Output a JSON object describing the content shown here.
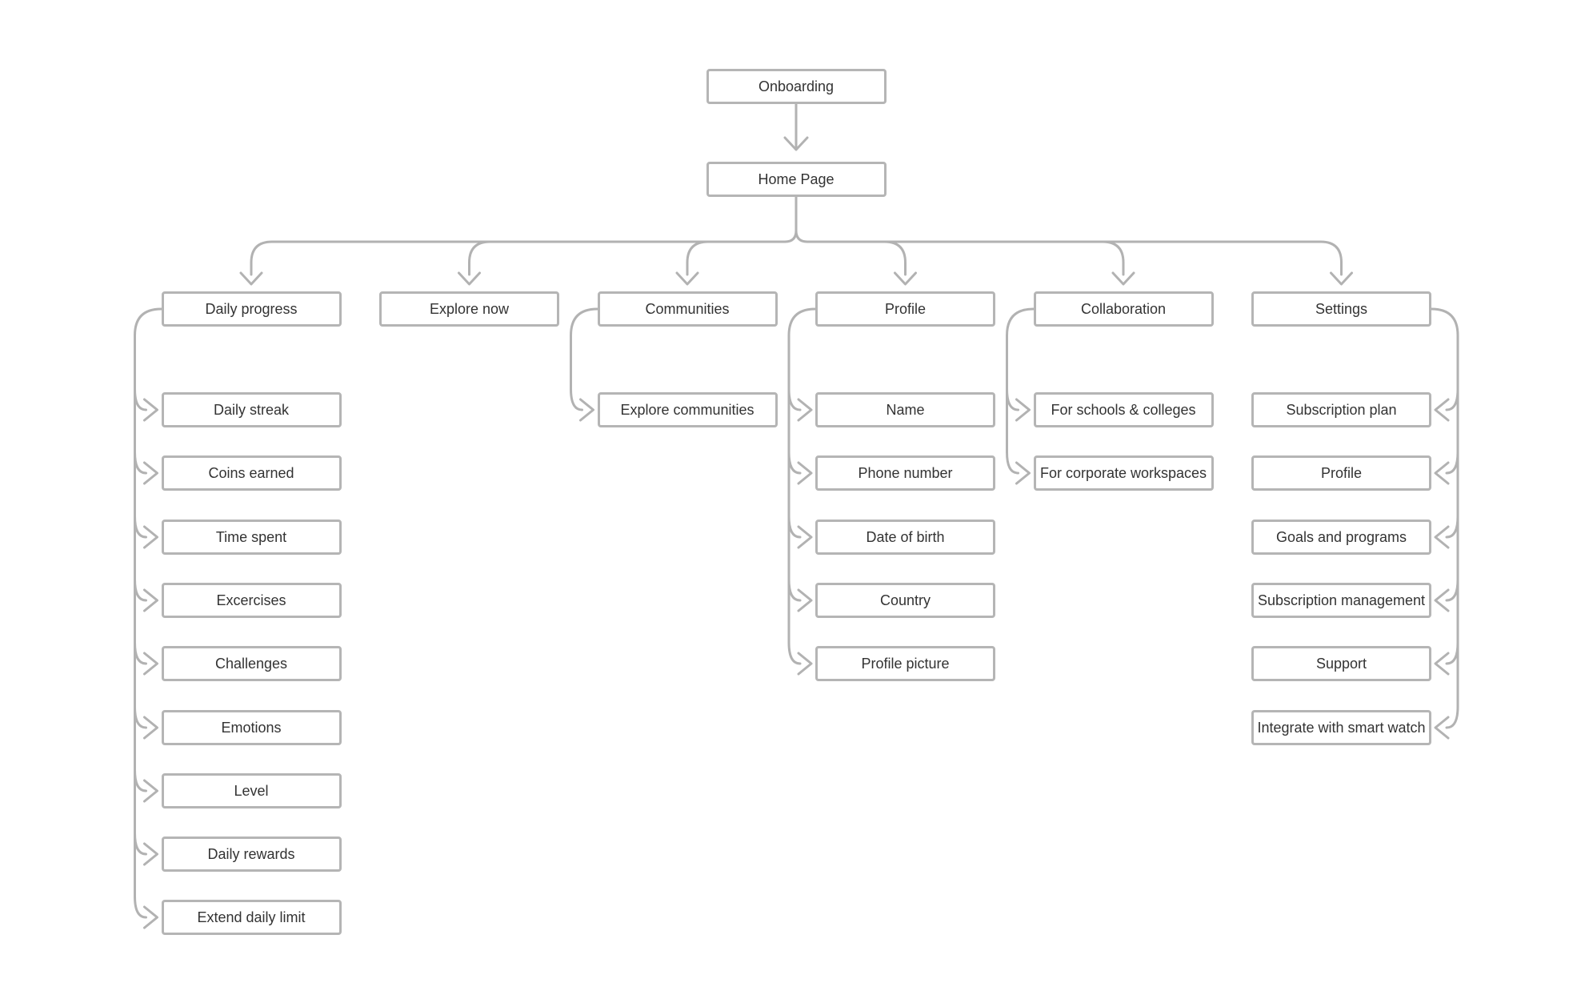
{
  "diagram": {
    "root": {
      "label": "Onboarding"
    },
    "home": {
      "label": "Home Page"
    },
    "columns": [
      {
        "label": "Daily progress",
        "rail_side": "left",
        "children": [
          "Daily streak",
          "Coins earned",
          "Time spent",
          "Excercises",
          "Challenges",
          "Emotions",
          "Level",
          "Daily rewards",
          "Extend daily limit"
        ]
      },
      {
        "label": "Explore now",
        "rail_side": "none",
        "children": []
      },
      {
        "label": "Communities",
        "rail_side": "left",
        "children": [
          "Explore communities"
        ]
      },
      {
        "label": "Profile",
        "rail_side": "left",
        "children": [
          "Name",
          "Phone number",
          "Date of birth",
          "Country",
          "Profile picture"
        ]
      },
      {
        "label": "Collaboration",
        "rail_side": "left",
        "children": [
          "For schools & colleges",
          "For corporate workspaces"
        ]
      },
      {
        "label": "Settings",
        "rail_side": "right",
        "children": [
          "Subscription plan",
          "Profile",
          "Goals and programs",
          "Subscription management",
          "Support",
          "Integrate with smart watch"
        ]
      }
    ],
    "colors": {
      "line": "#b2b2b2",
      "box_border": "#b5b5b5",
      "text": "#333333",
      "background": "#ffffff"
    }
  }
}
